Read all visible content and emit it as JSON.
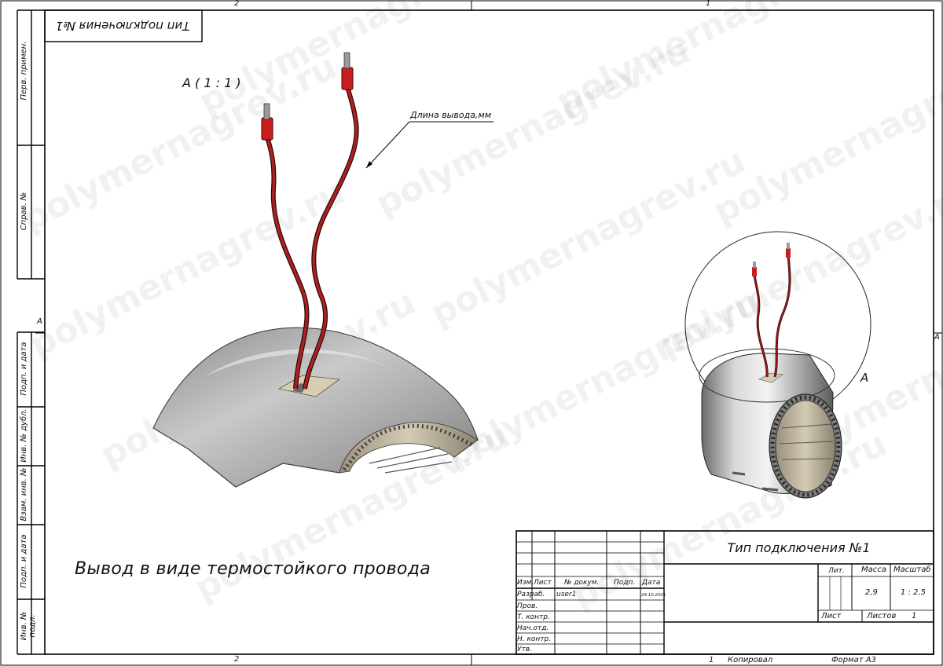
{
  "watermark": "polymernagrev.ru",
  "zones": {
    "top_left": "2",
    "top_right": "1",
    "bottom_left": "2",
    "bottom_right": "1",
    "left_mid": "A",
    "right_mid": "A"
  },
  "mirror_title": "Тип подключения №1",
  "side_labels": [
    "Перв. примен.",
    "Справ. №",
    "Подп. и дата",
    "Инв. № дубл.",
    "Взам. инв. №",
    "Подп. и дата",
    "Инв. № подл."
  ],
  "detail": {
    "view_label": "A ( 1 : 1 )",
    "callout": "Длина вывода,мм",
    "small_label": "A"
  },
  "caption": "Вывод в виде термостойкого провода",
  "stamp": {
    "title": "Тип подключения №1",
    "col_izm": "Изм.",
    "col_list": "Лист",
    "col_doc": "№ докум.",
    "col_podp": "Подп.",
    "col_date": "Дата",
    "razrab": "Разраб.",
    "author": "user1",
    "date": "29.10.2021",
    "prov": "Пров.",
    "tkontr": "Т. контр.",
    "nachotd": "Нач.отд.",
    "nkontr": "Н. контр.",
    "utv": "Утв.",
    "lit": "Лит.",
    "massa": "Масса",
    "masshtab": "Масштаб",
    "mass_val": "2,9",
    "scale_val": "1 : 2,5",
    "list_label": "Лист",
    "listov_label": "Листов",
    "listov_val": "1"
  },
  "footer": {
    "copied": "Копировал",
    "format": "Формат A3",
    "zone": "1"
  }
}
